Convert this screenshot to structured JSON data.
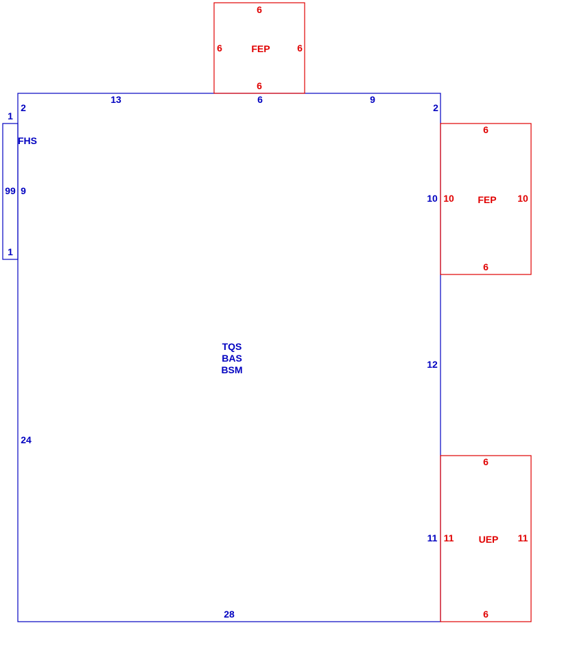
{
  "colors": {
    "main": "#0000c0",
    "addition": "#e00000",
    "background": "#ffffff"
  },
  "main_structure": {
    "labels": [
      "TQS",
      "BAS",
      "BSM"
    ],
    "dimensions": {
      "top_left_segment": "13",
      "top_middle_segment": "6",
      "top_right_segment": "9",
      "top_left_corner": "2",
      "top_right_corner": "2",
      "left_upper_segment": "9",
      "left_lower_segment": "24",
      "right_upper_segment": "10",
      "right_middle_segment": "12",
      "right_lower_segment": "11",
      "bottom": "28"
    }
  },
  "fhs_section": {
    "label": "FHS",
    "dimensions": {
      "top": "1",
      "bottom": "1",
      "side": "99"
    }
  },
  "fep_top_section": {
    "label": "FEP",
    "dimensions": {
      "top": "6",
      "bottom": "6",
      "left": "6",
      "right": "6"
    }
  },
  "fep_right_section": {
    "label": "FEP",
    "dimensions": {
      "top": "6",
      "bottom": "6",
      "left": "10",
      "right": "10"
    }
  },
  "uep_section": {
    "label": "UEP",
    "dimensions": {
      "top": "6",
      "bottom": "6",
      "left": "11",
      "right": "11"
    }
  }
}
